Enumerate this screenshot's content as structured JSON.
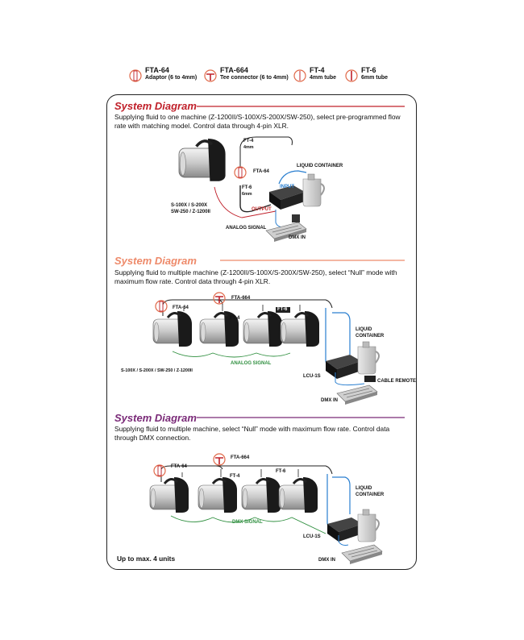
{
  "legend": [
    {
      "code": "FTA-64",
      "desc": "Adaptor (6 to 4mm)",
      "icon": "adaptor-icon"
    },
    {
      "code": "FTA-664",
      "desc": "Tee connector (6 to 4mm)",
      "icon": "tee-connector-icon"
    },
    {
      "code": "FT-4",
      "desc": "4mm tube",
      "icon": "tube-icon"
    },
    {
      "code": "FT-6",
      "desc": "6mm tube",
      "icon": "tube-icon"
    }
  ],
  "colors": {
    "red": "#c0202a",
    "salmon": "#ee8a6a",
    "purple": "#7a2a78",
    "blue": "#2a7fd0",
    "green": "#2f8f3f"
  },
  "sections": [
    {
      "title": "System Diagram",
      "desc": "Supplying fluid to one machine (Z-1200II/S-100X/S-200X/SW-250), select pre-programmed flow rate with matching model. Control data through 4-pin XLR.",
      "labels": {
        "ft4": "FT-4",
        "ft4_size": "4mm",
        "fta64": "FTA-64",
        "ft6": "FT-6",
        "ft6_size": "6mm",
        "liquid": "LIQUID CONTAINER",
        "input": "INPUT",
        "output": "OUTPUT",
        "models": "S-100X / S-200X",
        "models2": "SW-250 / Z-1200II",
        "analog": "ANALOG SIGNAL",
        "dmx": "DMX IN"
      }
    },
    {
      "title": "System Diagram",
      "desc": "Supplying fluid to multiple machine (Z-1200II/S-100X/S-200X/SW-250), select “Null” mode with maximum flow rate. Control data through 4-pin XLR.",
      "labels": {
        "fta64": "FTA-64",
        "fta664": "FTA-664",
        "ft4": "FT-4",
        "ft6": "FT-6",
        "liquid": "LIQUID",
        "container": "CONTAINER",
        "models": "S-100X / S-200X / SW-250 / Z-1200II",
        "analog": "ANALOG SIGNAL",
        "lcu": "LCU-1S",
        "remote": "CABLE REMOTE",
        "dmx": "DMX IN"
      }
    },
    {
      "title": "System Diagram",
      "desc": "Supplying fluid to multiple machine, select “Null” mode with maximum flow rate. Control data through DMX connection.",
      "labels": {
        "fta64": "FTA-64",
        "fta664": "FTA-664",
        "ft4": "FT-4",
        "ft6": "FT-6",
        "liquid": "LIQUID",
        "container": "CONTAINER",
        "dmx_signal": "DMX SIGNAL",
        "lcu": "LCU-1S",
        "dmx": "DMX IN"
      }
    }
  ],
  "footnote": "Up to max. 4 units"
}
